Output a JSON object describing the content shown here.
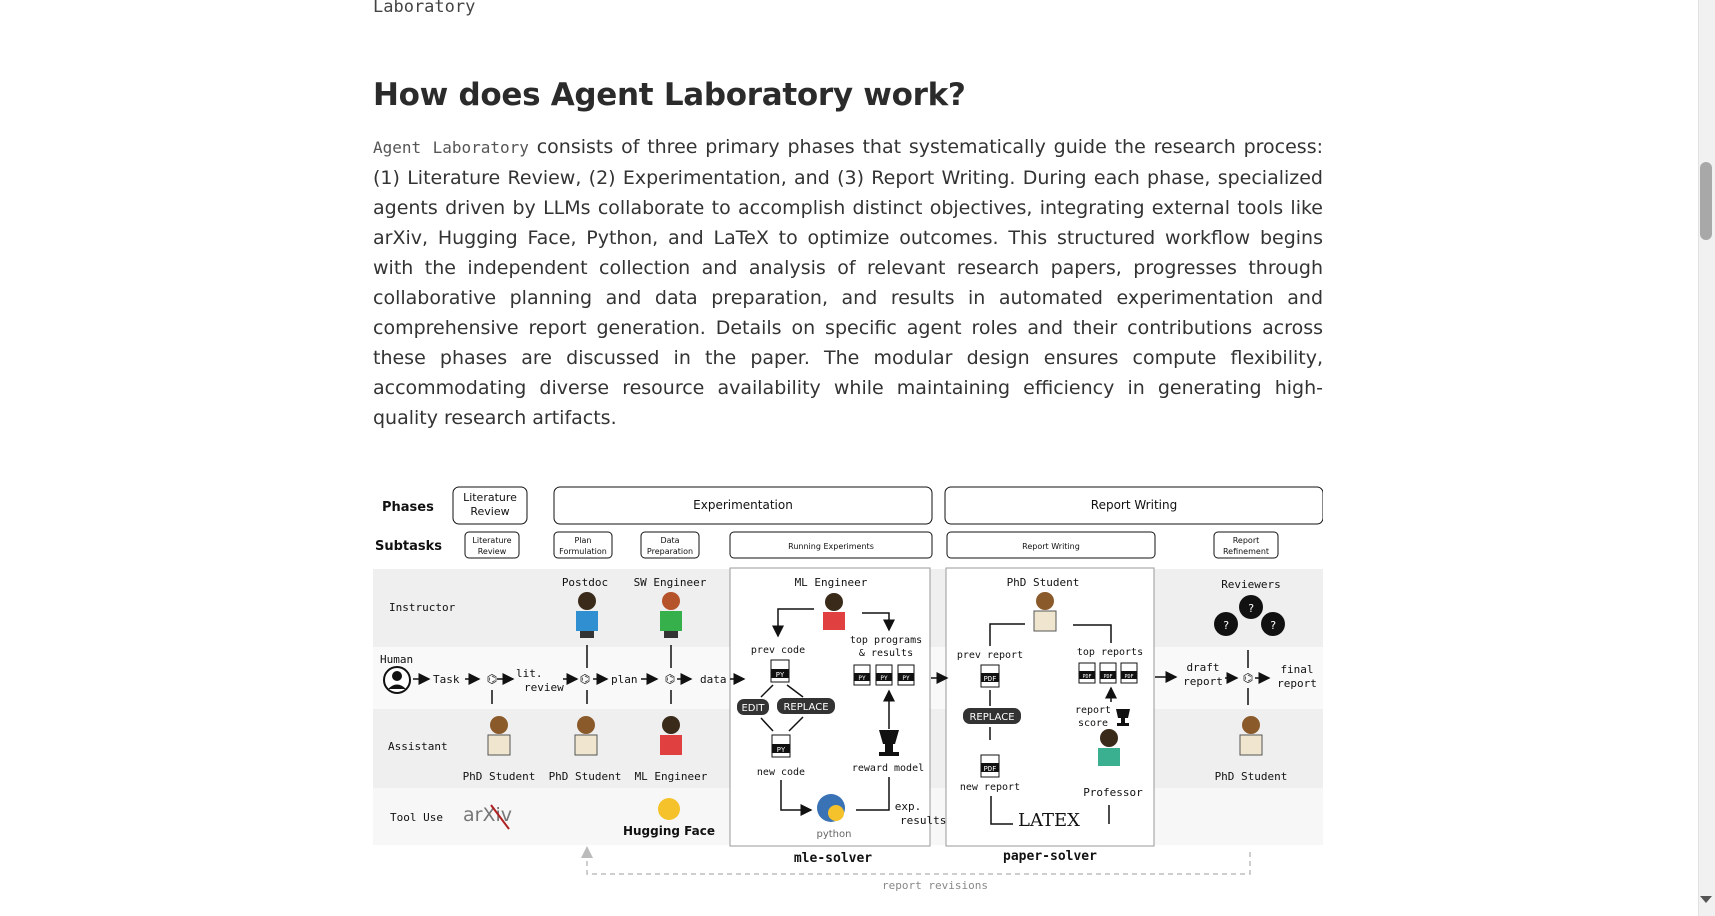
{
  "article": {
    "top_fragment": "Laboratory",
    "heading": "How does Agent Laboratory work?",
    "para_code": "Agent Laboratory",
    "para_text": " consists of three primary phases that systematically guide the research process: (1) Literature Review, (2) Experimentation, and (3) Report Writing. During each phase, specialized agents driven by LLMs collaborate to accomplish distinct objectives, integrating external tools like arXiv, Hugging Face, Python, and LaTeX to optimize outcomes. This structured workflow begins with the independent collection and analysis of relevant research papers, progresses through collaborative planning and data preparation, and results in automated experimentation and comprehensive report generation. Details on specific agent roles and their contributions across these phases are discussed in the paper. The modular design ensures compute flexibility, accommodating diverse resource availability while maintaining efficiency in generating high-quality research artifacts."
  },
  "diagram": {
    "phases_label": "Phases",
    "subtasks_label": "Subtasks",
    "phases": [
      "Literature",
      "Review",
      "Experimentation",
      "Report Writing"
    ],
    "subtasks": [
      "Literature",
      "Review",
      "Plan",
      "Formulation",
      "Data",
      "Preparation",
      "Running Experiments",
      "Report Writing",
      "Report",
      "Refinement"
    ],
    "rows": [
      "Instructor",
      "Human",
      "Assistant",
      "Tool Use"
    ],
    "instructors": [
      "Postdoc",
      "SW Engineer",
      "ML Engineer",
      "PhD Student",
      "Reviewers"
    ],
    "assistants": [
      "PhD Student",
      "PhD Student",
      "ML Engineer",
      "Professor",
      "PhD Student"
    ],
    "flow": [
      "Task",
      "lit.",
      "review",
      "plan",
      "data",
      "draft",
      "report",
      "final",
      "report"
    ],
    "mle": [
      "prev code",
      "EDIT",
      "REPLACE",
      "new code",
      "top programs",
      "& results",
      "reward model",
      "exp.",
      "results",
      "python"
    ],
    "paper": [
      "prev report",
      "REPLACE",
      "new report",
      "top reports",
      "report",
      "score",
      "LATEX"
    ],
    "file_tags": [
      "PY",
      "PDF"
    ],
    "tools": [
      "arXiv",
      "Hugging Face"
    ],
    "solvers": [
      "mle-solver",
      "paper-solver"
    ],
    "revisions": "report revisions",
    "reviewer_mark": "?"
  },
  "colors": {
    "row_bg": "#efefef",
    "badge": "#333333",
    "dashed": "#bdbdbd"
  }
}
